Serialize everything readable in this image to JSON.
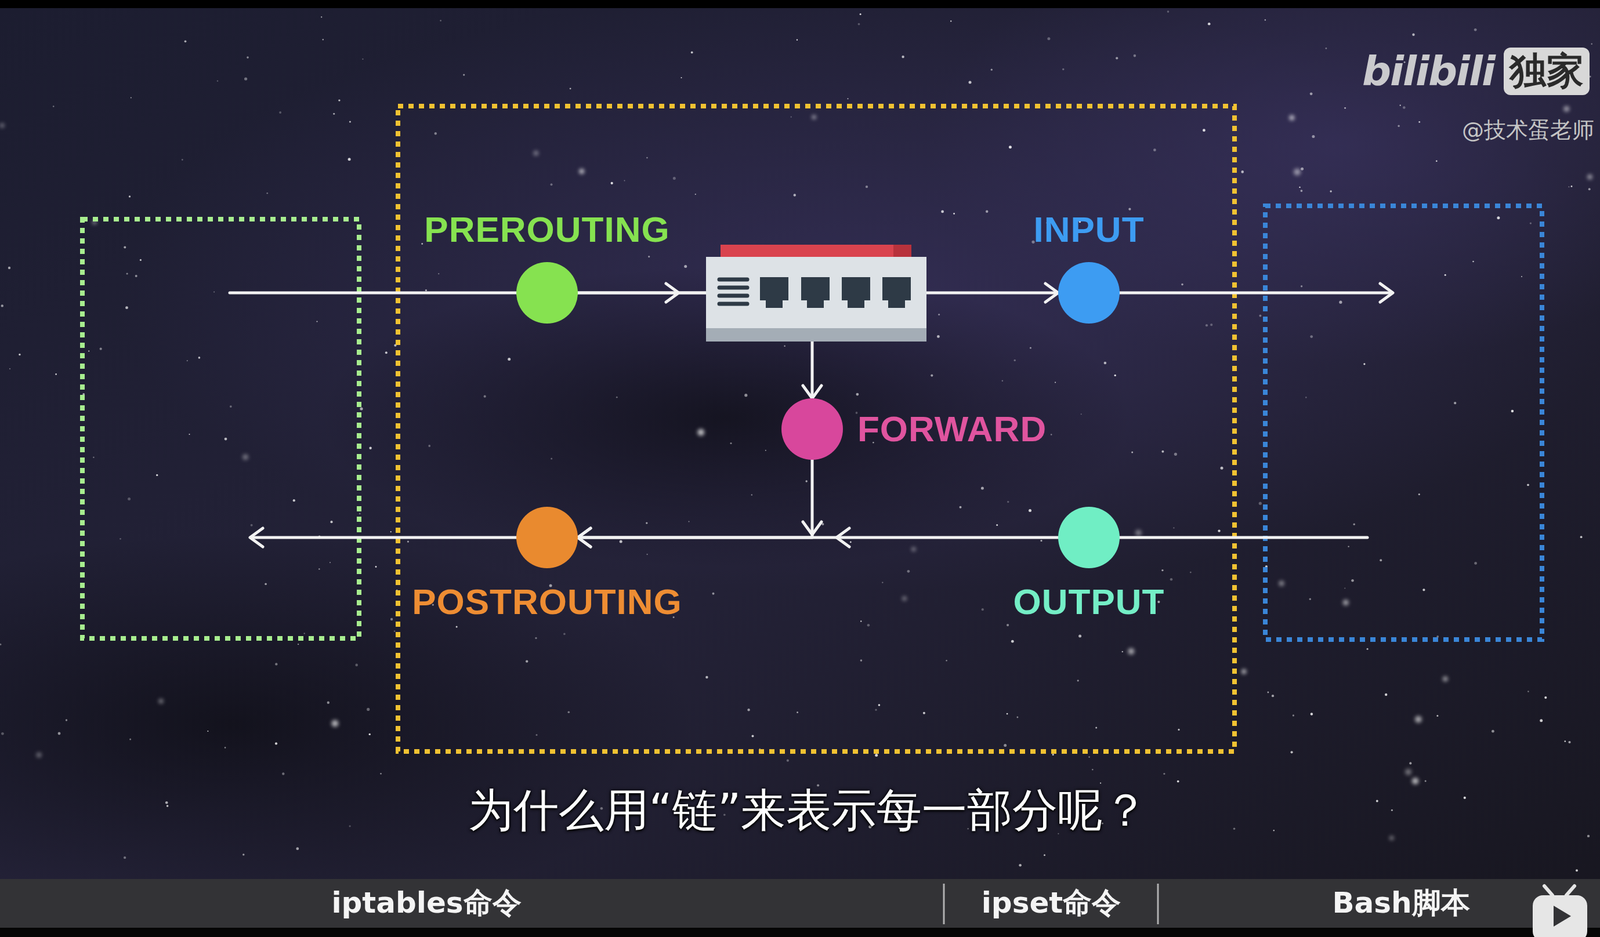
{
  "diagram": {
    "nodes": [
      {
        "text": [
          "PREROUTING"
        ]
      },
      {
        "text": [
          "INPUT"
        ]
      },
      {
        "text": [
          "FORWARD"
        ]
      },
      {
        "text": [
          "POSTROUTING"
        ]
      },
      {
        "text": [
          "OUTPUT"
        ]
      }
    ],
    "edges": [
      {
        "from": 0,
        "to": 1,
        "arrow": "to"
      },
      {
        "from": 0,
        "to": 2,
        "arrow": "to"
      },
      {
        "from": 2,
        "to": 3,
        "arrow": "to"
      },
      {
        "from": 4,
        "to": 3,
        "arrow": "to"
      }
    ],
    "labels": [
      "bilibili",
      "独家",
      "@技术蛋老师",
      "为什么用“链”来表示每一部分呢？",
      "iptables命令",
      "ipset命令",
      "Bash脚本"
    ]
  }
}
